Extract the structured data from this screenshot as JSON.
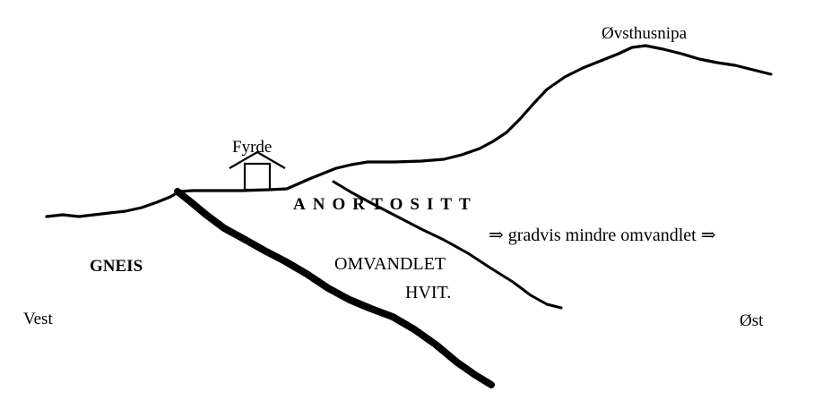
{
  "colors": {
    "ink": "#000000",
    "background": "#ffffff"
  },
  "labels": {
    "summit": "Øvsthusnipa",
    "farm": "Fyrde",
    "anorthosite": "ANORTOSITT",
    "gneiss": "GNEIS",
    "gradient": "⇒ gradvis mindre omvandlet ⇒",
    "altered_line1": "OMVANDLET",
    "altered_line2": "HVIT.",
    "west": "Vest",
    "east": "Øst"
  },
  "icons": {
    "farm": "house-icon"
  }
}
